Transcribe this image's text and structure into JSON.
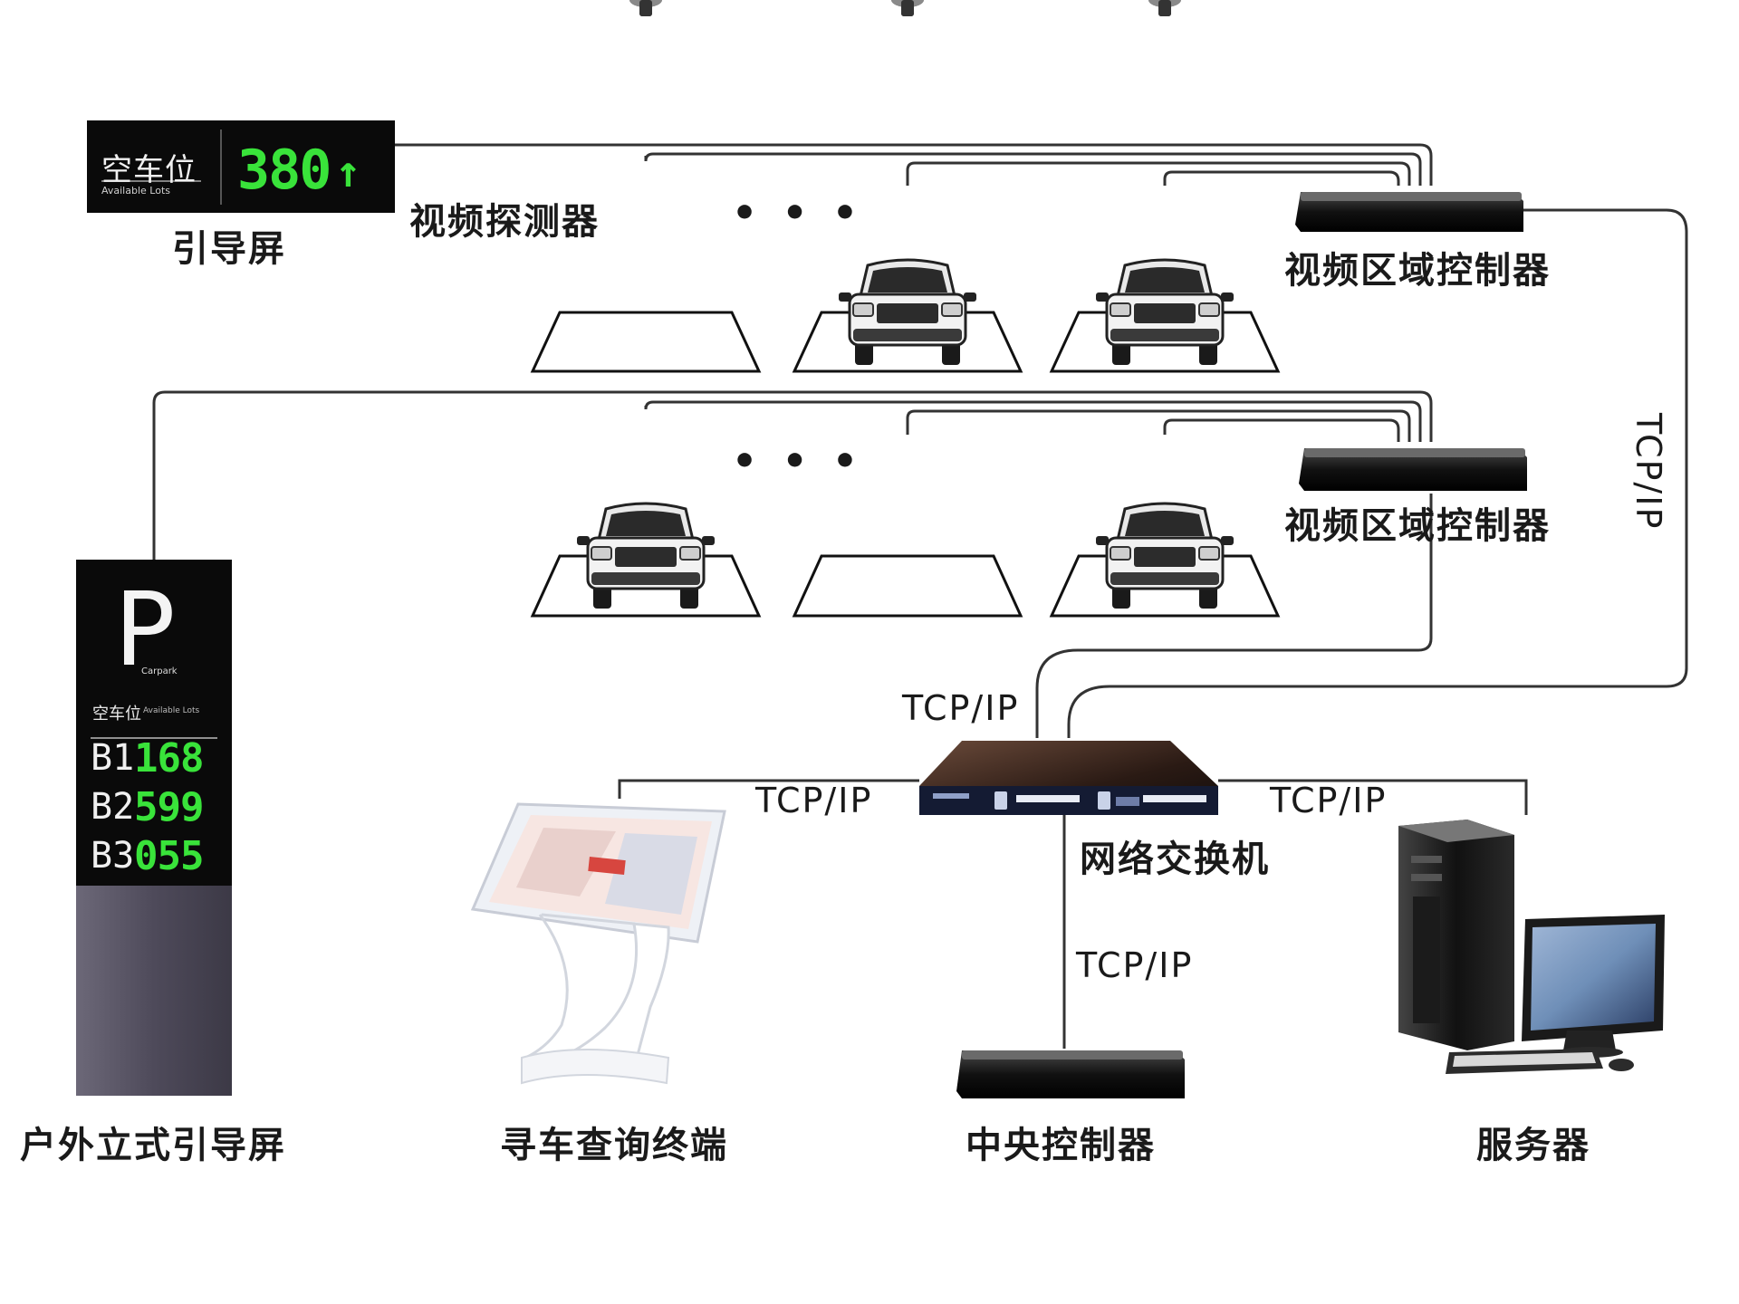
{
  "top_sign": {
    "caption": "空车位",
    "subcaption": "Available Lots",
    "count": "380",
    "arrow": "↑",
    "label": "引导屏"
  },
  "detector_label": "视频探测器",
  "ellipsis": "• • •",
  "area_controller_label": "视频区域控制器",
  "tcp_label": "TCP/IP",
  "outdoor_sign": {
    "p": "P",
    "p_sub": "Carpark",
    "caption": "空车位",
    "caption_sub": "Available Lots",
    "rows": [
      {
        "floor": "B1",
        "count": "168"
      },
      {
        "floor": "B2",
        "count": "599"
      },
      {
        "floor": "B3",
        "count": "055"
      }
    ],
    "label": "户外立式引导屏"
  },
  "switch_label": "网络交换机",
  "kiosk_label": "寻车查询终端",
  "central_controller_label": "中央控制器",
  "server_label": "服务器",
  "colors": {
    "detector_free": "#3fb83f",
    "detector_occupied": "#d6201f",
    "led_green": "#39e33a",
    "wire": "#333333"
  },
  "rows": [
    {
      "detectors": [
        "free",
        "occupied",
        "occupied"
      ],
      "cars": [
        false,
        true,
        true
      ]
    },
    {
      "detectors": [
        "occupied",
        "free",
        "occupied"
      ],
      "cars": [
        true,
        false,
        true
      ]
    }
  ]
}
